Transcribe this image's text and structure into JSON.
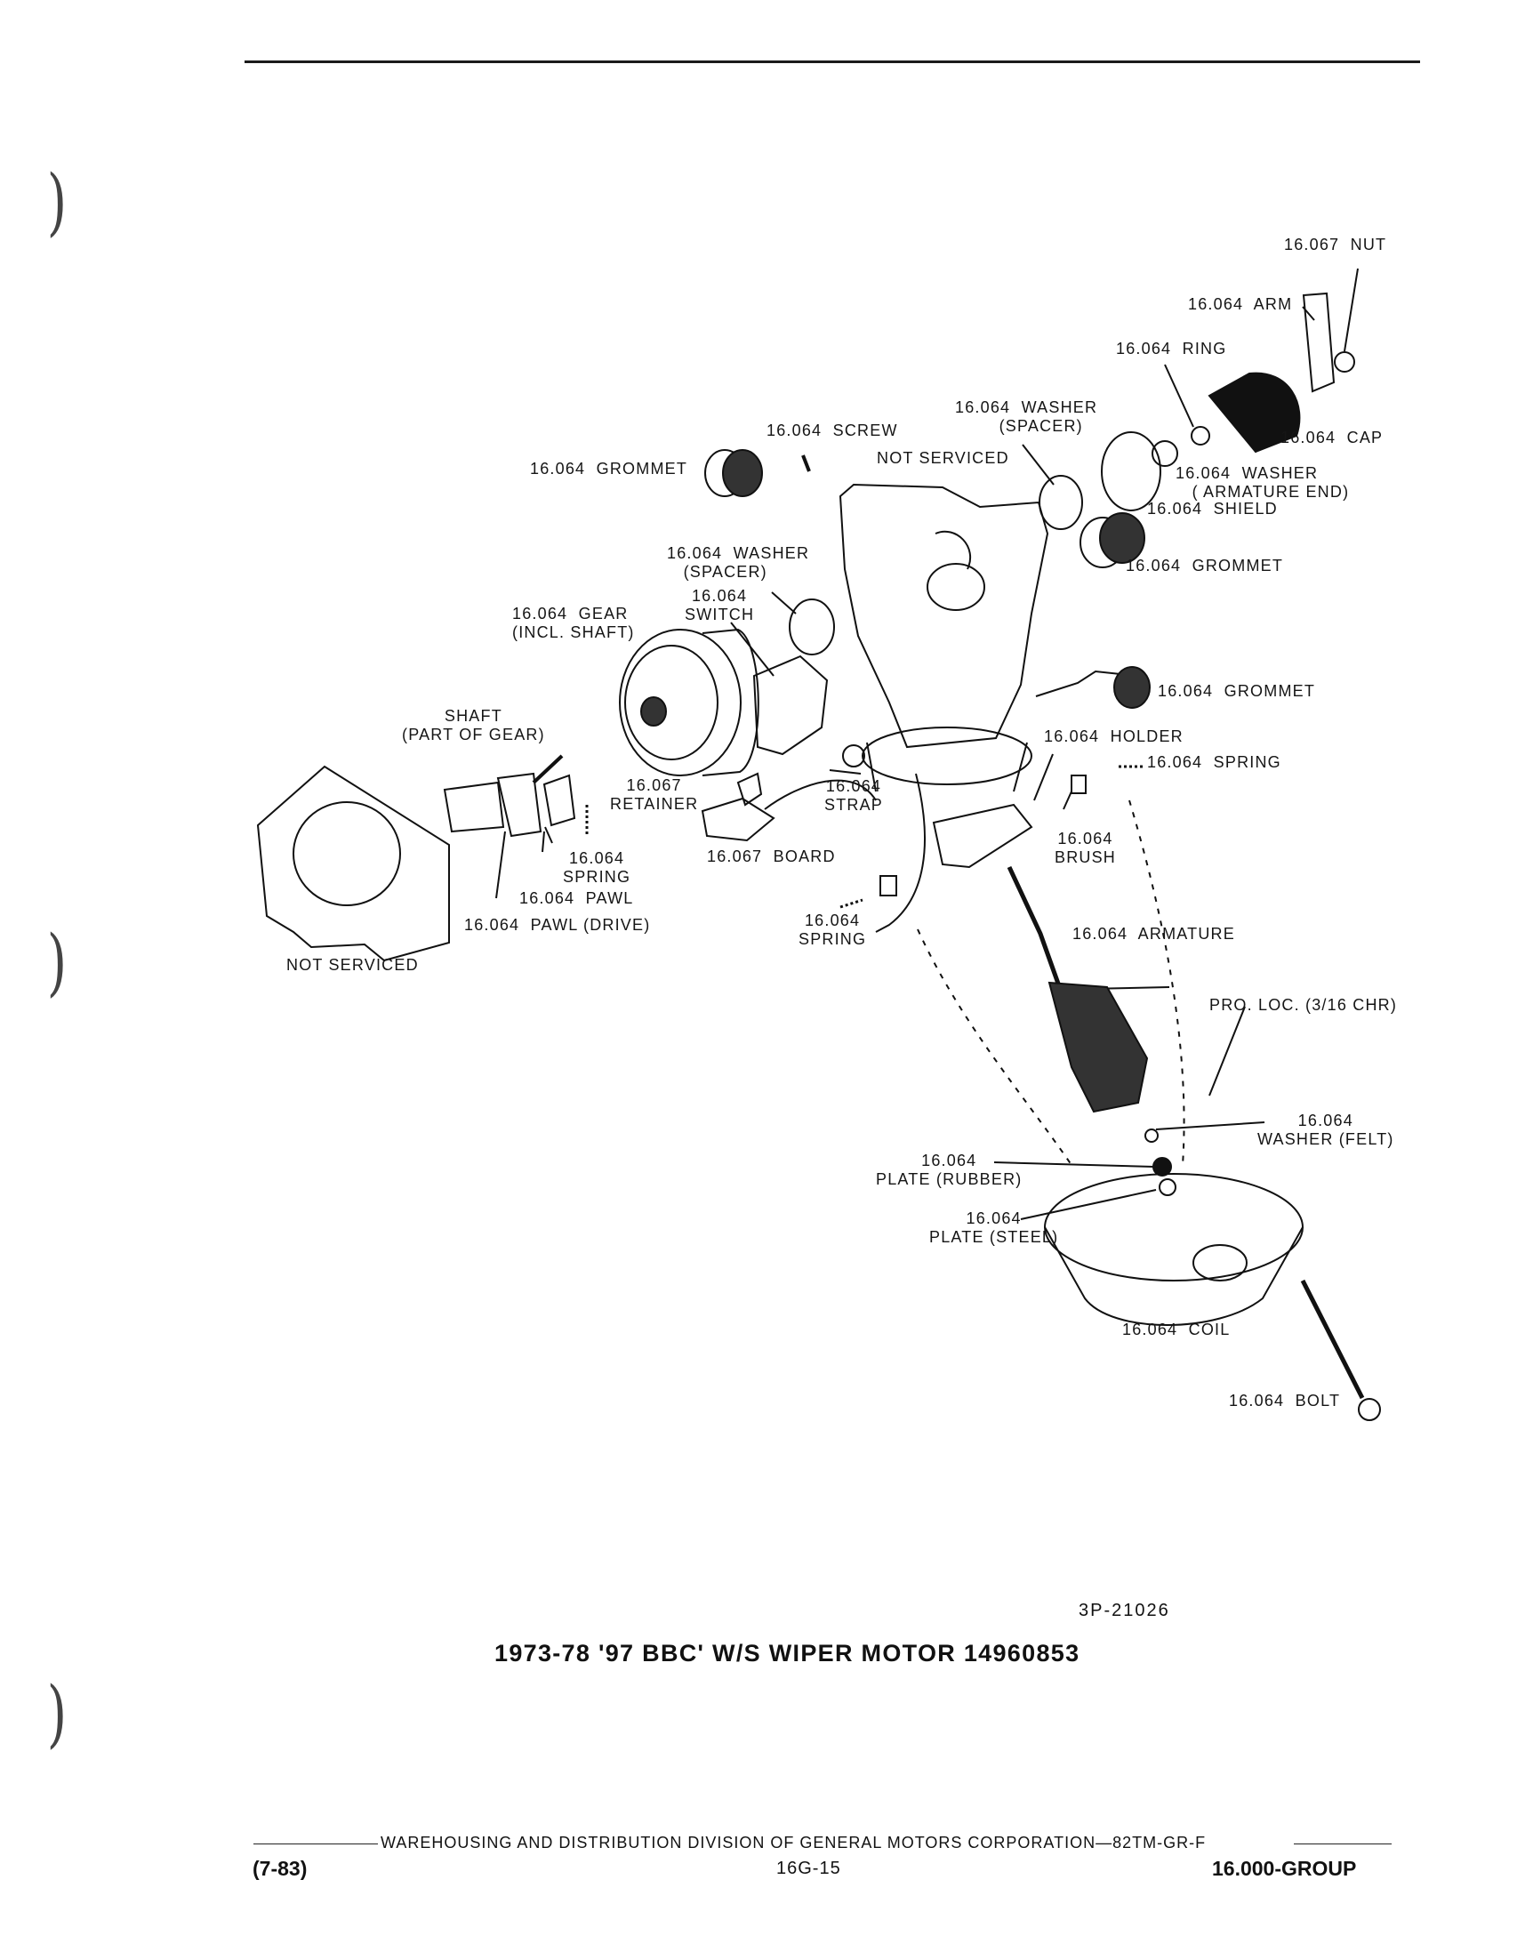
{
  "parts": {
    "nut": "16.067  NUT",
    "arm": "16.064  ARM",
    "ring": "16.064  RING",
    "cap": "16.064  CAP",
    "washer_spacer_top": "16.064  WASHER\n        (SPACER)",
    "not_serviced_housing": "NOT SERVICED",
    "screw": "16.064  SCREW",
    "grommet_left": "16.064  GROMMET",
    "washer_armature_end": "16.064  WASHER\n   ( ARMATURE END)",
    "shield": "16.064  SHIELD",
    "grommet_right": "16.064  GROMMET",
    "washer_spacer_mid": "16.064  WASHER\n   (SPACER)",
    "switch": "16.064\nSWITCH",
    "gear": "16.064  GEAR\n(INCL. SHAFT)",
    "grommet_lower": "16.064  GROMMET",
    "holder": "16.064  HOLDER",
    "spring_right": "16.064  SPRING",
    "shaft": "SHAFT\n(PART OF GEAR)",
    "retainer": "16.067\nRETAINER",
    "strap": "16.064\nSTRAP",
    "brush": "16.064\nBRUSH",
    "board": "16.067  BOARD",
    "spring_left": "16.064\nSPRING",
    "pawl": "16.064  PAWL",
    "pawl_drive": "16.064  PAWL (DRIVE)",
    "spring_bottom": "16.064\nSPRING",
    "armature": "16.064  ARMATURE",
    "not_serviced_cover": "NOT SERVICED",
    "pro_loc": "PRO. LOC. (3/16 CHR)",
    "washer_felt": "16.064\nWASHER (FELT)",
    "plate_rubber": "16.064\nPLATE (RUBBER)",
    "plate_steel": "16.064\nPLATE (STEEL)",
    "coil": "16.064  COIL",
    "bolt": "16.064  BOLT"
  },
  "figure_id": "3P-21026",
  "caption": "1973-78 '97 BBC' W/S WIPER MOTOR 14960853",
  "footer": {
    "division": "WAREHOUSING AND DISTRIBUTION  DIVISION OF GENERAL MOTORS CORPORATION—82TM-GR-F",
    "date": "(7-83)",
    "page": "16G-15",
    "group": "16.000-GROUP"
  }
}
